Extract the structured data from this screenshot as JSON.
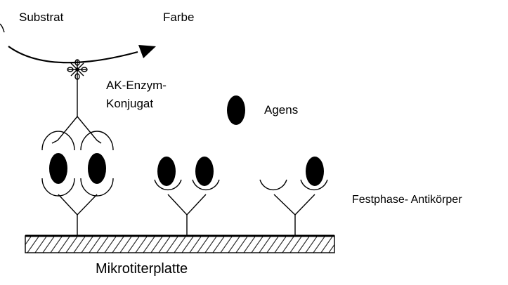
{
  "labels": {
    "substrate": "Substrat",
    "color": "Farbe",
    "conjugate_line1": "AK-Enzym-",
    "conjugate_line2": "Konjugat",
    "agent": "Agens",
    "solid_phase_antibody": "Festphase- Antikörper",
    "microtiter_plate": "Mikrotiterplatte"
  },
  "colors": {
    "ink": "#000000",
    "background": "#ffffff"
  },
  "icons": {
    "enzyme": "enzyme-star-icon",
    "agent": "agent-ellipse-icon",
    "reaction": "curved-arrow-icon"
  }
}
